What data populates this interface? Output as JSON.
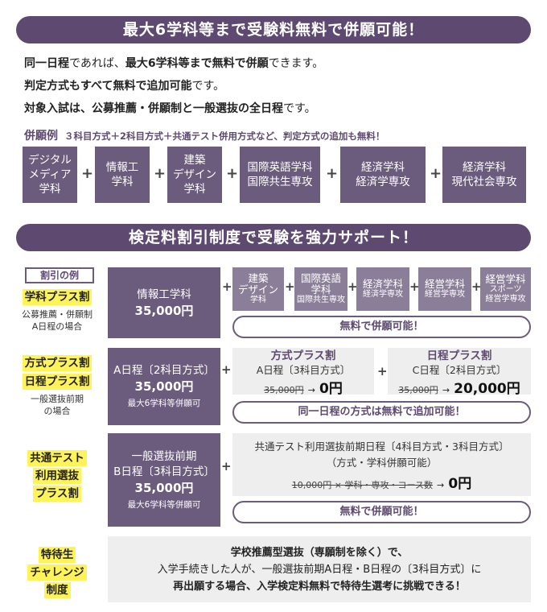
{
  "banner1": "最大6学科等まで受験料無料で併願可能！",
  "intro": {
    "line1": {
      "b1": "同一日程",
      "t1": "であれば、",
      "b2": "最大6学科等まで無料で併願",
      "t2": "できます。"
    },
    "line2": {
      "b1": "判定方式もすべて無料で追加可能",
      "t1": "です。"
    },
    "line3": {
      "b1": "対象入試は、公募推薦・併願制と一般選抜の全日程",
      "t1": "です。"
    }
  },
  "example": {
    "heading": "併願例",
    "note": "３科目方式＋2科目方式＋共通テスト併用方式など、判定方式の追加も無料！",
    "plus": "+",
    "boxes": [
      {
        "l1": "デジタル",
        "l2": "メディア",
        "l3": "学科"
      },
      {
        "l1": "情報工",
        "l2": "学科"
      },
      {
        "l1": "建築",
        "l2": "デザイン",
        "l3": "学科"
      },
      {
        "l1": "国際英語学科",
        "l2": "国際共生専攻"
      },
      {
        "l1": "経済学科",
        "l2": "経済学専攻"
      },
      {
        "l1": "経済学科",
        "l2": "現代社会専攻"
      }
    ]
  },
  "banner2": "検定料割引制度で受験を強力サポート！",
  "discount_tag": "割引の例",
  "gakka_plus": {
    "label": "学科プラス割",
    "sub1": "公募推薦・併願制",
    "sub2": "A日程の場合",
    "main_name": "情報工学科",
    "main_price": "35,000円",
    "plus": "+",
    "sub_boxes": [
      {
        "l1": "建築",
        "l2": "デザイン",
        "l3": "学科"
      },
      {
        "l1": "国際英語",
        "l2": "学科",
        "l3": "国際共生専攻"
      },
      {
        "l1": "経済学科",
        "l2": "経済学専攻"
      },
      {
        "l1": "経営学科",
        "l2": "経営学専攻"
      },
      {
        "l1": "経営学科",
        "l2": "スポーツ",
        "l3": "経営学専攻"
      }
    ],
    "pill": "無料で併願可能！"
  },
  "houshiki_plus": {
    "label1": "方式プラス割",
    "label2": "日程プラス割",
    "sub1": "一般選抜前期",
    "sub2": "の場合",
    "main_line": "A日程〔2科目方式〕",
    "main_price": "35,000円",
    "main_note": "最大6学科等併願可",
    "plus": "+",
    "box1": {
      "title": "方式プラス割",
      "line": "A日程〔3科目方式〕",
      "old": "35,000円",
      "arrow": "→",
      "new": "0円"
    },
    "box2": {
      "title": "日程プラス割",
      "line": "C日程〔2科目方式〕",
      "old": "35,000円",
      "arrow": "→",
      "new": "20,000円"
    },
    "pill": "同一日程の方式は無料で追加可能！"
  },
  "kyotsu_plus": {
    "label1": "共通テスト",
    "label2": "利用選抜",
    "label3": "プラス割",
    "main_l1": "一般選抜前期",
    "main_l2": "B日程〔3科目方式〕",
    "main_price": "35,000円",
    "main_note": "最大6学科等併願可",
    "plus": "+",
    "g_l1": "共通テスト利用選抜前期日程〔4科目方式・3科目方式〕",
    "g_l2": "（方式・学科併願可能）",
    "g_old": "10,000円 × 学科・専攻・コース数",
    "g_arrow": "→",
    "g_new": "0円",
    "pill": "無料で併願可能！"
  },
  "tokutai": {
    "label1": "特待生",
    "label2": "チャレンジ",
    "label3": "制度",
    "l1": "学校推薦型選抜（専願制を除く）で、",
    "l2": "入学手続きした人が、一般選抜前期A日程・B日程の〔3科目方式〕に",
    "l3": "再出願する場合、入学検定料無料で特待生選考に挑戦できる！"
  }
}
